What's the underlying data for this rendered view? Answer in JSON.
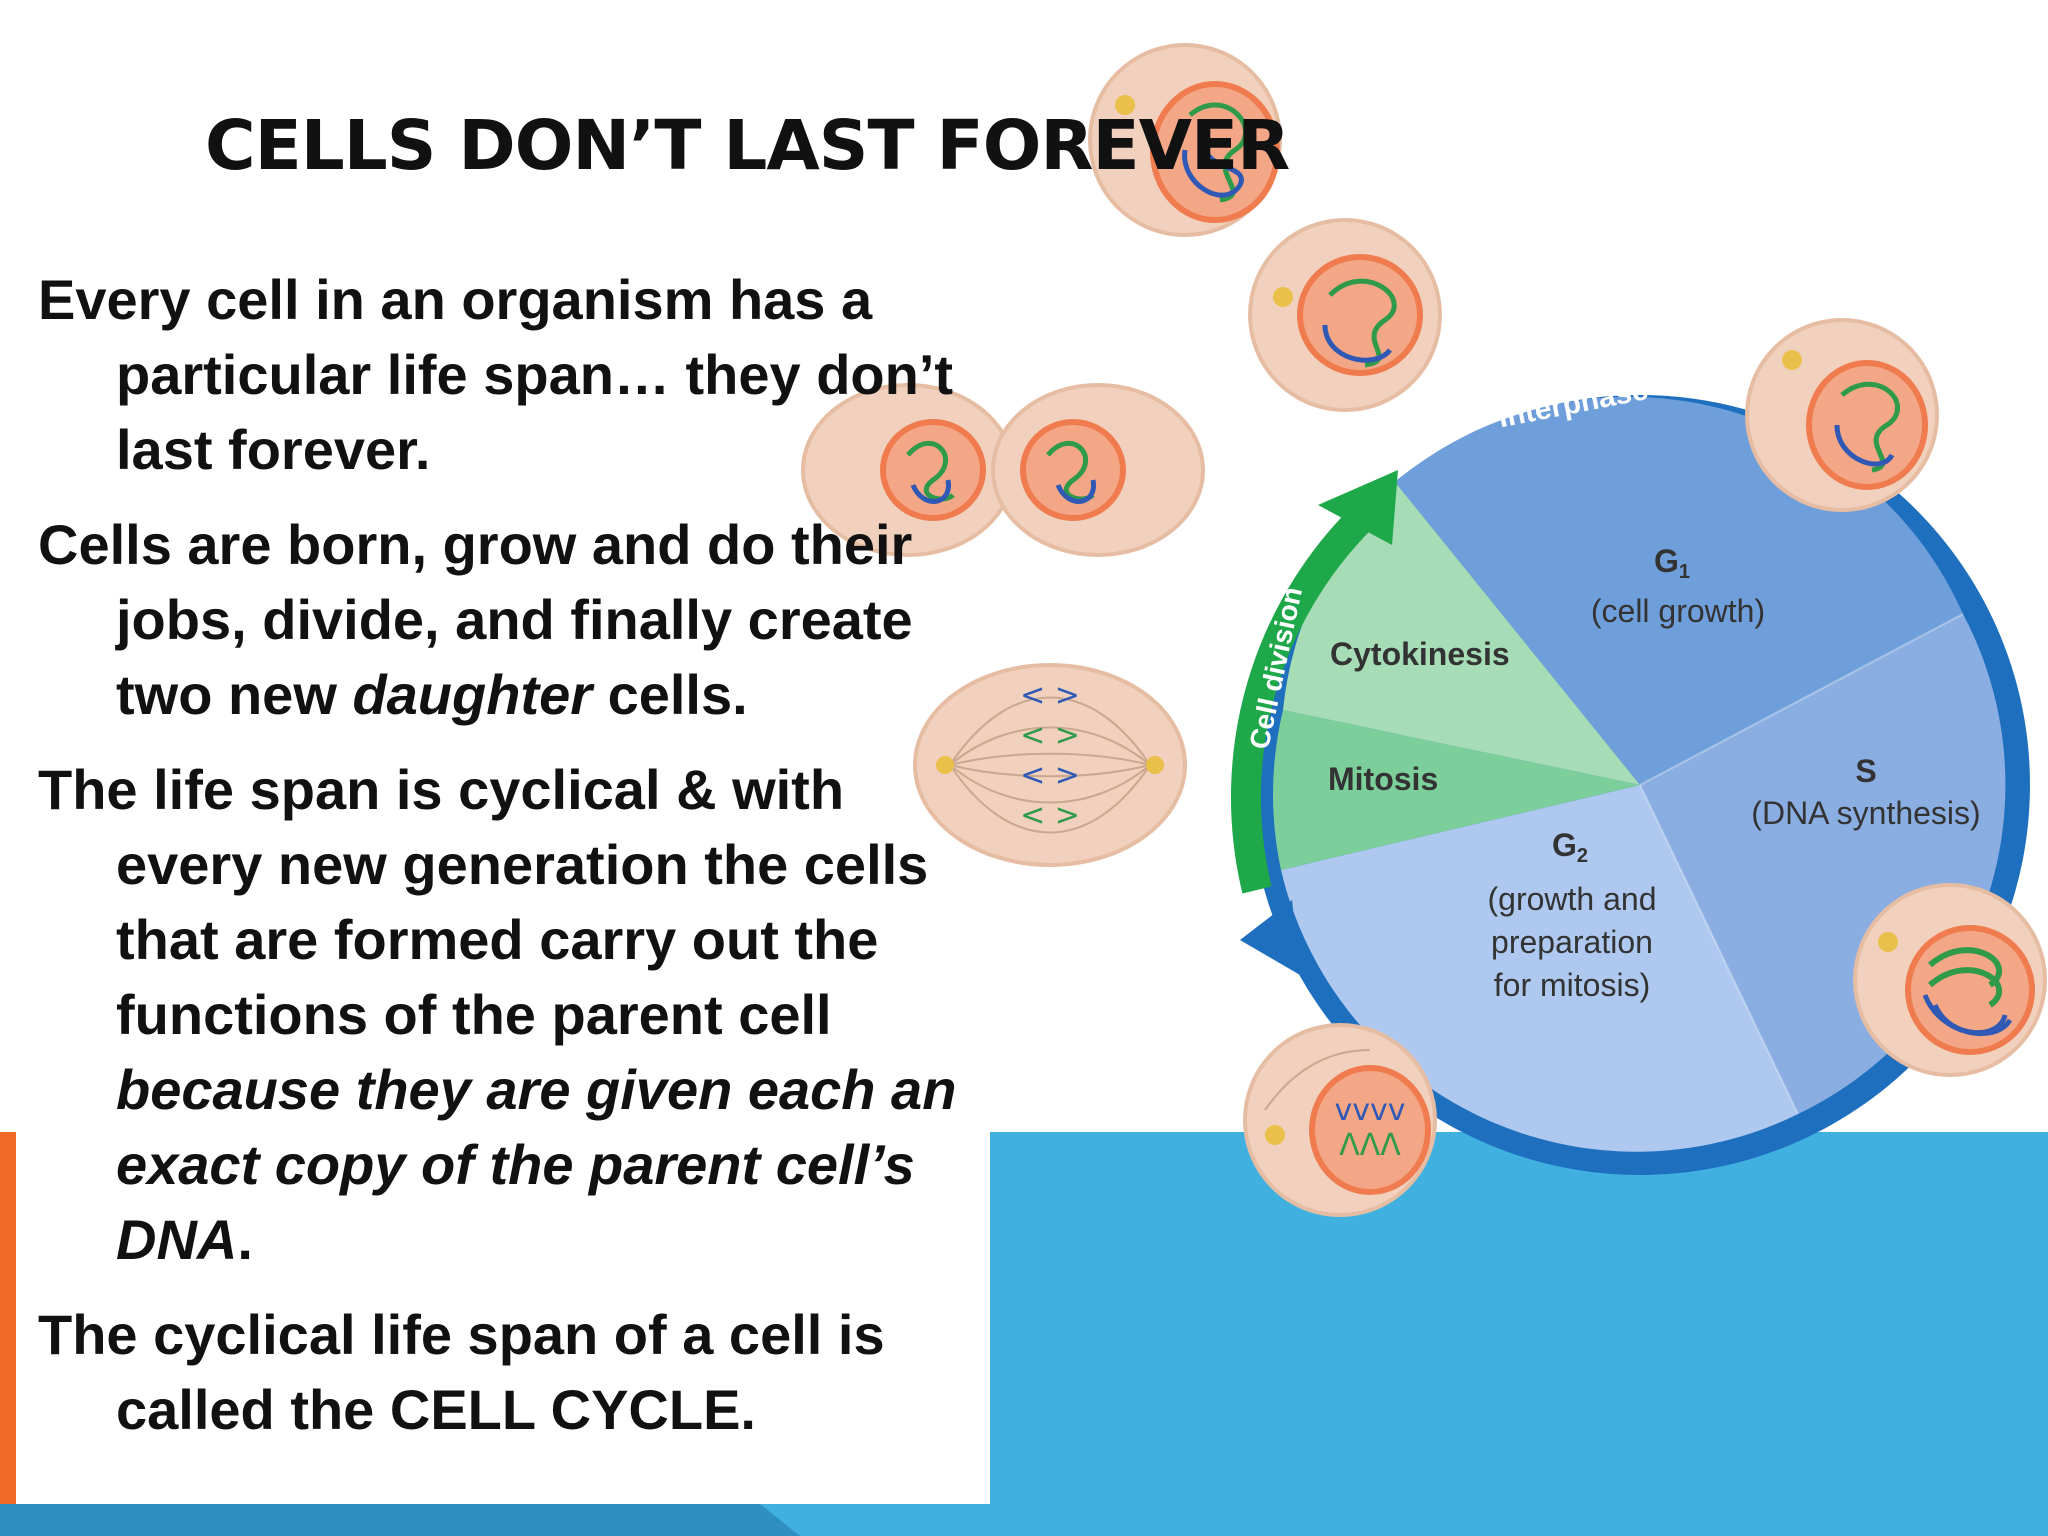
{
  "slide": {
    "title": "CELLS DON’T LAST FOREVER",
    "bullets": [
      {
        "text": "Every cell in an organism has a particular life span… they don’t last forever."
      },
      {
        "pre": "Cells are born, grow and do their jobs, divide, and finally create two new ",
        "em": "daughter",
        "post": " cells."
      },
      {
        "pre": "The life span is cyclical & with every new generation the cells that are formed carry out the functions of the parent cell ",
        "em": "because they are given each an exact copy of the parent cell’s DNA",
        "post": "."
      },
      {
        "text": "The cyclical life span of a cell is called the CELL CYCLE."
      }
    ]
  },
  "diagram": {
    "ring_labels": {
      "interphase": "Interphase",
      "cell_division": "Cell division"
    },
    "phases": {
      "g1": {
        "name": "G",
        "sub": "1",
        "desc": "(cell growth)"
      },
      "s": {
        "name": "S",
        "desc": "(DNA synthesis)"
      },
      "g2": {
        "name": "G",
        "sub": "2",
        "desc_lines": [
          "(growth and",
          "preparation",
          "for mitosis)"
        ]
      },
      "mitosis": {
        "name": "Mitosis"
      },
      "cytokinesis": {
        "name": "Cytokinesis"
      }
    },
    "colors": {
      "ring": "#1f6fbf",
      "g1": "#6f9fda",
      "s": "#8aaee2",
      "g2": "#aec8ef",
      "mitosis": "#7ccf9a",
      "cytokinesis": "#a6dcb6",
      "division_arrow": "#1fa84a",
      "cell_fill": "#f1d1bd",
      "nucleus": "#ef7b4e"
    },
    "cell_icons": [
      "cell-interphase",
      "cell-prophase",
      "cell-metaphase",
      "cell-anaphase",
      "cell-telophase",
      "cell-early-interphase",
      "cell-dividing",
      "cell-g1"
    ]
  },
  "background": {
    "band": "#3fb0e0",
    "accent": "#f06a25"
  }
}
